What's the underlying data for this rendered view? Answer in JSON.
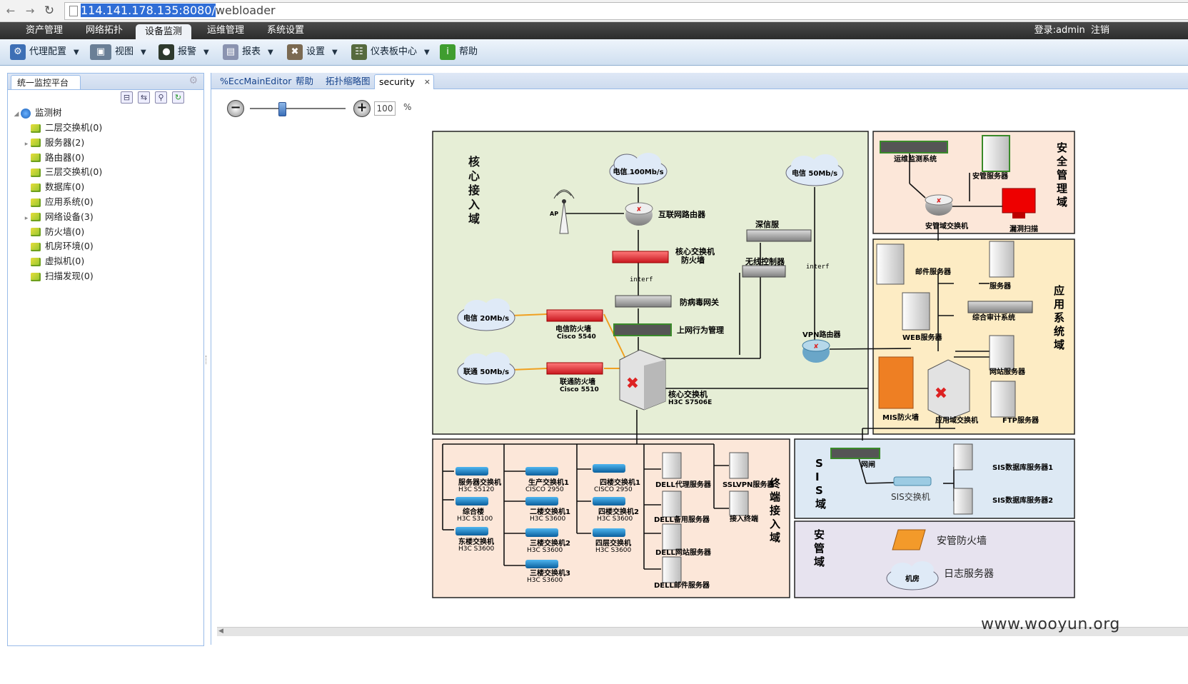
{
  "browser": {
    "url_host": "114.141.178.135:8080/",
    "url_path": "webloader",
    "back_icon": "back-arrow-icon",
    "forward_icon": "forward-arrow-icon",
    "reload_icon": "reload-icon"
  },
  "menu": {
    "items": [
      "资产管理",
      "网络拓扑",
      "设备监测",
      "运维管理",
      "系统设置"
    ],
    "active": "设备监测",
    "login": "登录:admin",
    "logout": "注销"
  },
  "toolbar": {
    "items": [
      {
        "label": "代理配置",
        "icon": "agent-config-icon"
      },
      {
        "label": "视图",
        "icon": "view-icon"
      },
      {
        "label": "报警",
        "icon": "alarm-icon"
      },
      {
        "label": "报表",
        "icon": "report-icon"
      },
      {
        "label": "设置",
        "icon": "settings-tools-icon"
      },
      {
        "label": "仪表板中心",
        "icon": "dashboard-icon"
      },
      {
        "label": "帮助",
        "icon": "help-icon"
      }
    ]
  },
  "left_panel": {
    "tab": "统一监控平台",
    "root": "监测树",
    "items": [
      {
        "label": "二层交换机(0)",
        "expandable": false
      },
      {
        "label": "服务器(2)",
        "expandable": true
      },
      {
        "label": "路由器(0)",
        "expandable": false
      },
      {
        "label": "三层交换机(0)",
        "expandable": false
      },
      {
        "label": "数据库(0)",
        "expandable": false
      },
      {
        "label": "应用系统(0)",
        "expandable": false
      },
      {
        "label": "网络设备(3)",
        "expandable": true
      },
      {
        "label": "防火墙(0)",
        "expandable": false
      },
      {
        "label": "机房环境(0)",
        "expandable": false
      },
      {
        "label": "虚拟机(0)",
        "expandable": false
      },
      {
        "label": "扫描发现(0)",
        "expandable": false
      }
    ]
  },
  "tabs": [
    "%EccMainEditor",
    "帮助",
    "拓扑缩略图",
    "security"
  ],
  "active_tab": "security",
  "zoom": {
    "value": "100",
    "unit": "%"
  },
  "diagram": {
    "zones": {
      "core": "核\n心\n接\n入\n域",
      "security_mgmt": "安\n全\n管\n理\n域",
      "app": "应\n用\n系\n统\n域",
      "terminal": "终\n端\n接\n入\n域",
      "sis": "S\nI\nS\n域",
      "secure": "安\n管\n域"
    },
    "clouds": [
      "电信 100Mb/s",
      "电信 50Mb/s",
      "电信 20Mb/s",
      "联通 50Mb/s",
      "机房"
    ],
    "labels": {
      "ap": "AP",
      "internet_router": "互联网路由器",
      "core_fw_1": "核心交换机",
      "core_fw_2": "防火墙",
      "interf1": "interf",
      "interf2": "interf",
      "av_gw": "防病毒网关",
      "behavior": "上网行为管理",
      "ct_fw_1": "电信防火墙",
      "ct_fw_2": "Cisco 5540",
      "cu_fw_1": "联通防火墙",
      "cu_fw_2": "Cisco 5510",
      "core_sw_1": "核心交换机",
      "core_sw_2": "H3C S7506E",
      "sangfor": "深信服",
      "wlc": "无线控制器",
      "vpn": "VPN路由器",
      "ops_monitor": "运维监测系统",
      "sec_server": "安管服务器",
      "sec_switch": "安管域交换机",
      "vuln_scan": "漏洞扫描",
      "mail_server": "邮件服务器",
      "server": "服务器",
      "web_server": "WEB服务器",
      "audit": "综合审计系统",
      "site_server": "网站服务器",
      "mis_fw": "MIS防火墙",
      "app_switch": "应用域交换机",
      "ftp_server": "FTP服务器",
      "gatekeeper": "网闸",
      "sis_switch": "SIS交换机",
      "sis_db1": "SIS数据库服务器1",
      "sis_db2": "SIS数据库服务器2",
      "sec_fw": "安管防火墙",
      "log_server": "日志服务器",
      "t_srv_sw_1": "服务器交换机",
      "t_srv_sw_2": "H3C S5120",
      "t_zhl_1": "综合楼",
      "t_zhl_2": "H3C S3100",
      "t_east_1": "东楼交换机",
      "t_east_2": "H3C S3600",
      "t_prod_1": "生产交换机1",
      "t_prod_2": "CISCO 2950",
      "t_f2_1": "二楼交换机1",
      "t_f2_2": "H3C S3600",
      "t_f3a_1": "三楼交换机2",
      "t_f3a_2": "H3C S3600",
      "t_f3b_1": "三楼交换机3",
      "t_f3b_2": "H3C S3600",
      "t_f4a_1": "四楼交换机1",
      "t_f4a_2": "CISCO 2950",
      "t_f4b_1": "四楼交换机2",
      "t_f4b_2": "H3C S3600",
      "t_f4c_1": "四层交换机",
      "t_f4c_2": "H3C S3600",
      "dell_proxy": "DELL代理服务器",
      "dell_backup": "DELL备用服务器",
      "dell_site": "DELL网站服务器",
      "dell_mail": "DELL邮件服务器",
      "sslvpn": "SSLVPN服务器",
      "access_term": "接入终端"
    }
  },
  "watermark": "www.wooyun.org",
  "colors": {
    "menu_bg": "#333333",
    "toolbar_bg": "#dbe7f4",
    "core_zone": "#e6eed6",
    "sec_zone": "#fce7d9",
    "app_zone": "#fdecc4",
    "terminal_zone": "#fce7d9",
    "sis_zone": "#dde9f4",
    "secure_zone": "#e7e3ef",
    "firewall_red": "#e9333a",
    "switch_blue": "#1f8ad0"
  }
}
